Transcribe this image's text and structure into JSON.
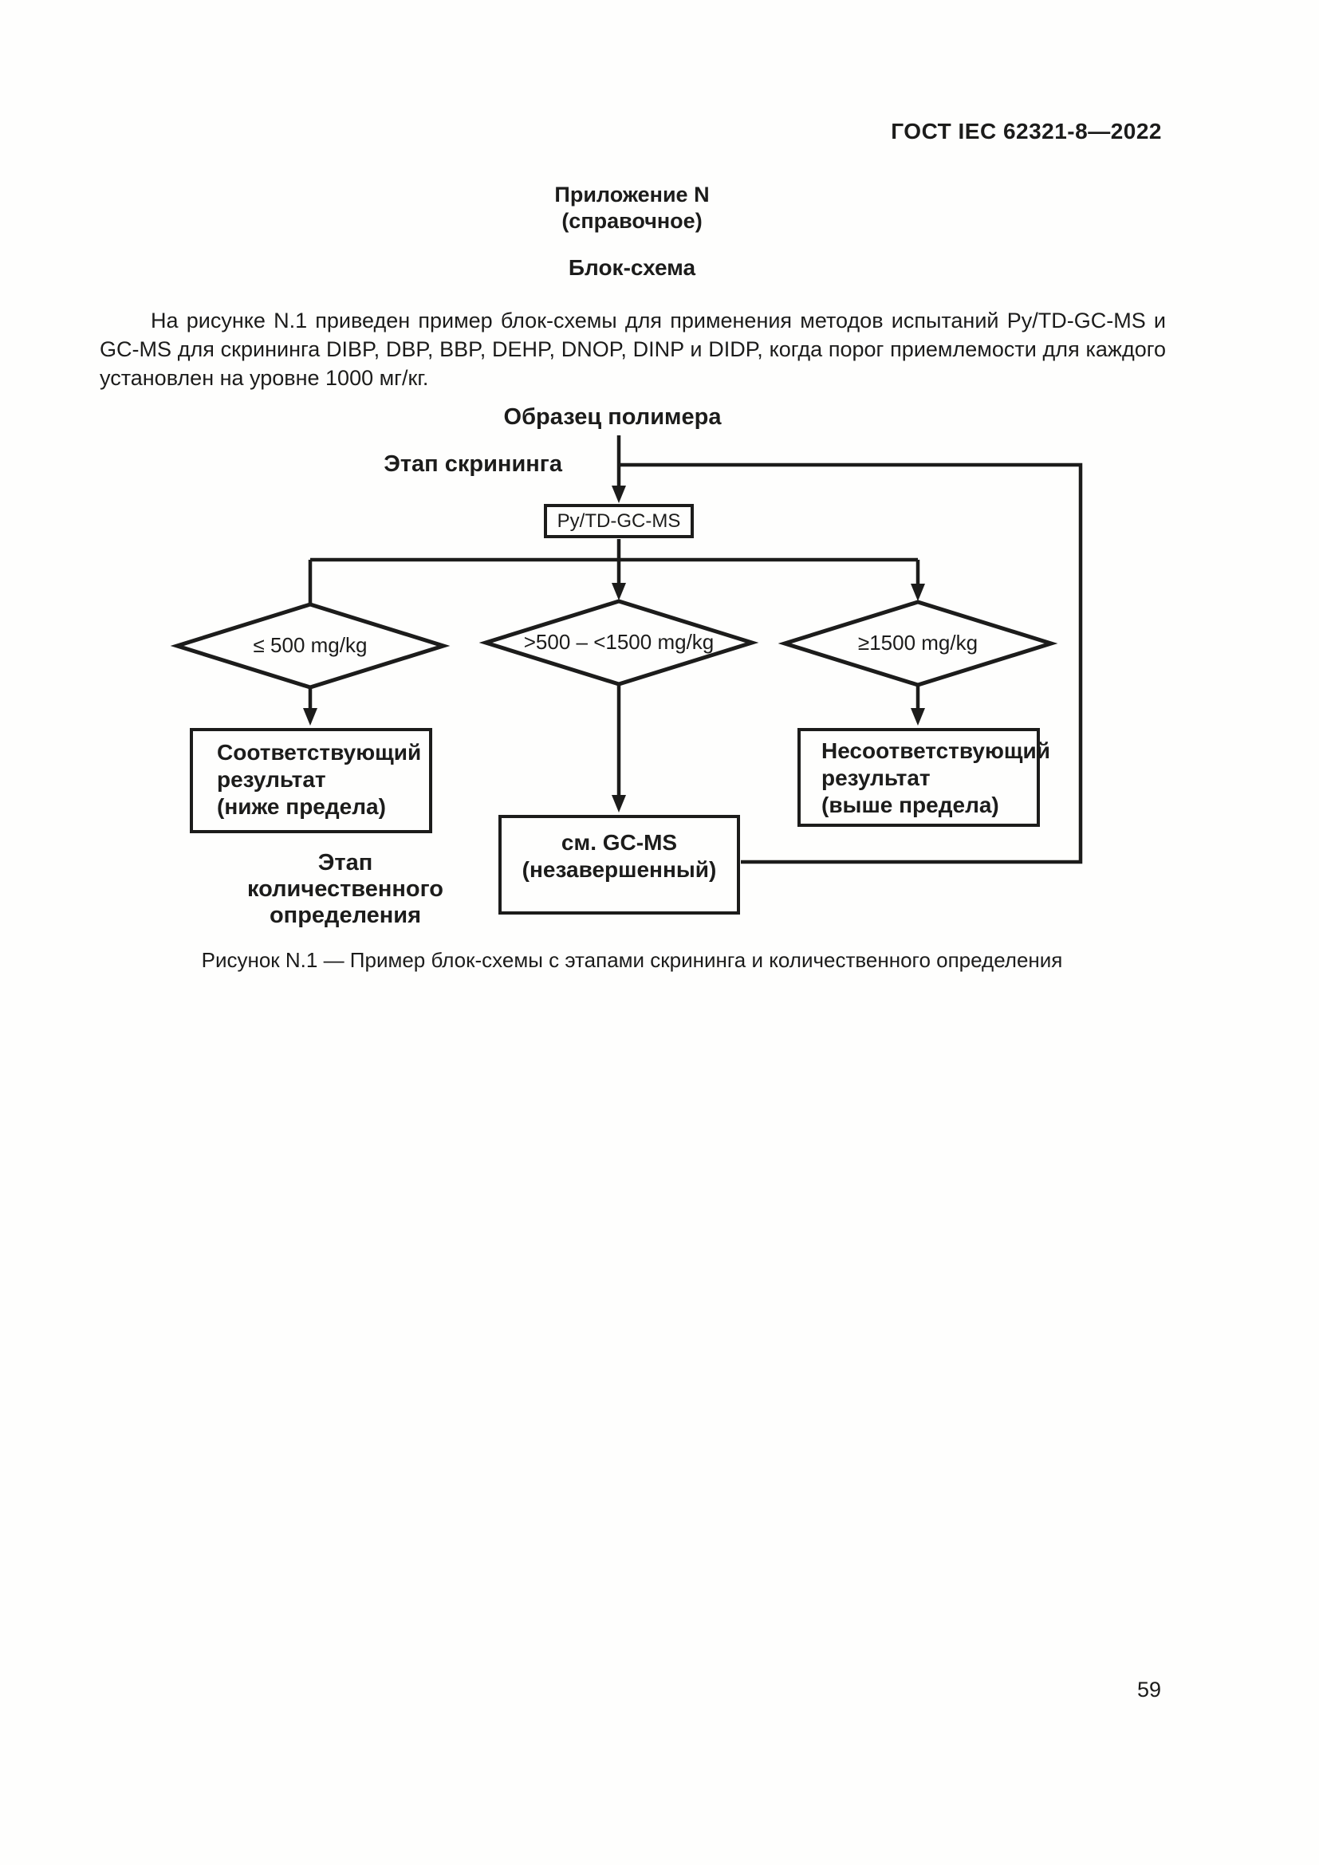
{
  "page": {
    "header": "ГОСТ IEC 62321-8—2022",
    "number": "59"
  },
  "appendix": {
    "title": "Приложение N",
    "type": "(справочное)",
    "heading": "Блок-схема"
  },
  "intro": "На рисунке N.1 приведен пример блок-схемы для применения методов испытаний Py/TD-GC-MS и GC-MS для скрининга DIBP, DBP, BBP, DEHP, DNOP, DINP и DIDP, когда порог приемлемости для каждого установлен на уровне 1000 мг/кг.",
  "flowchart": {
    "sample": "Образец полимера",
    "screening_stage": "Этап скрининга",
    "method": "Py/TD-GC-MS",
    "decision_low": "≤ 500 mg/kg",
    "decision_mid": ">500 – <1500 mg/kg",
    "decision_high": "≥1500 mg/kg",
    "result_low": [
      "Соответствующий",
      "результат",
      "(ниже предела)"
    ],
    "result_high": [
      "Несоответствующий",
      "результат",
      "(выше предела)"
    ],
    "gcms": [
      "см. GC-MS",
      "(незавершенный)"
    ],
    "quant_stage": [
      "Этап",
      "количественного",
      "определения"
    ]
  },
  "caption": "Рисунок N.1 — Пример блок-схемы с этапами скрининга и количественного определения",
  "colors": {
    "ink": "#1c1c1b"
  }
}
